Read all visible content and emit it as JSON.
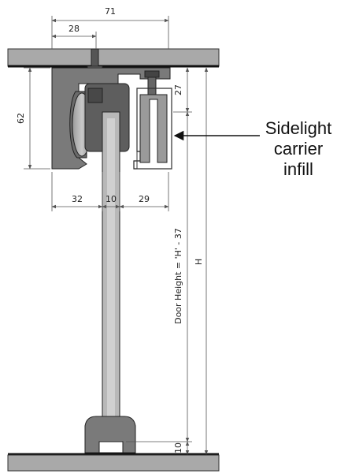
{
  "dimensions": {
    "overall_width": "71",
    "offset_width": "28",
    "carrier_height": "62",
    "top_clearance": "27",
    "left_width": "32",
    "door_thickness": "10",
    "right_width": "29",
    "door_height": "Door Height = 'H' - 37",
    "overall_height": "H",
    "bottom_clearance": "10"
  },
  "callout": {
    "line1": "Sidelight",
    "line2": "carrier",
    "line3": "infill"
  }
}
